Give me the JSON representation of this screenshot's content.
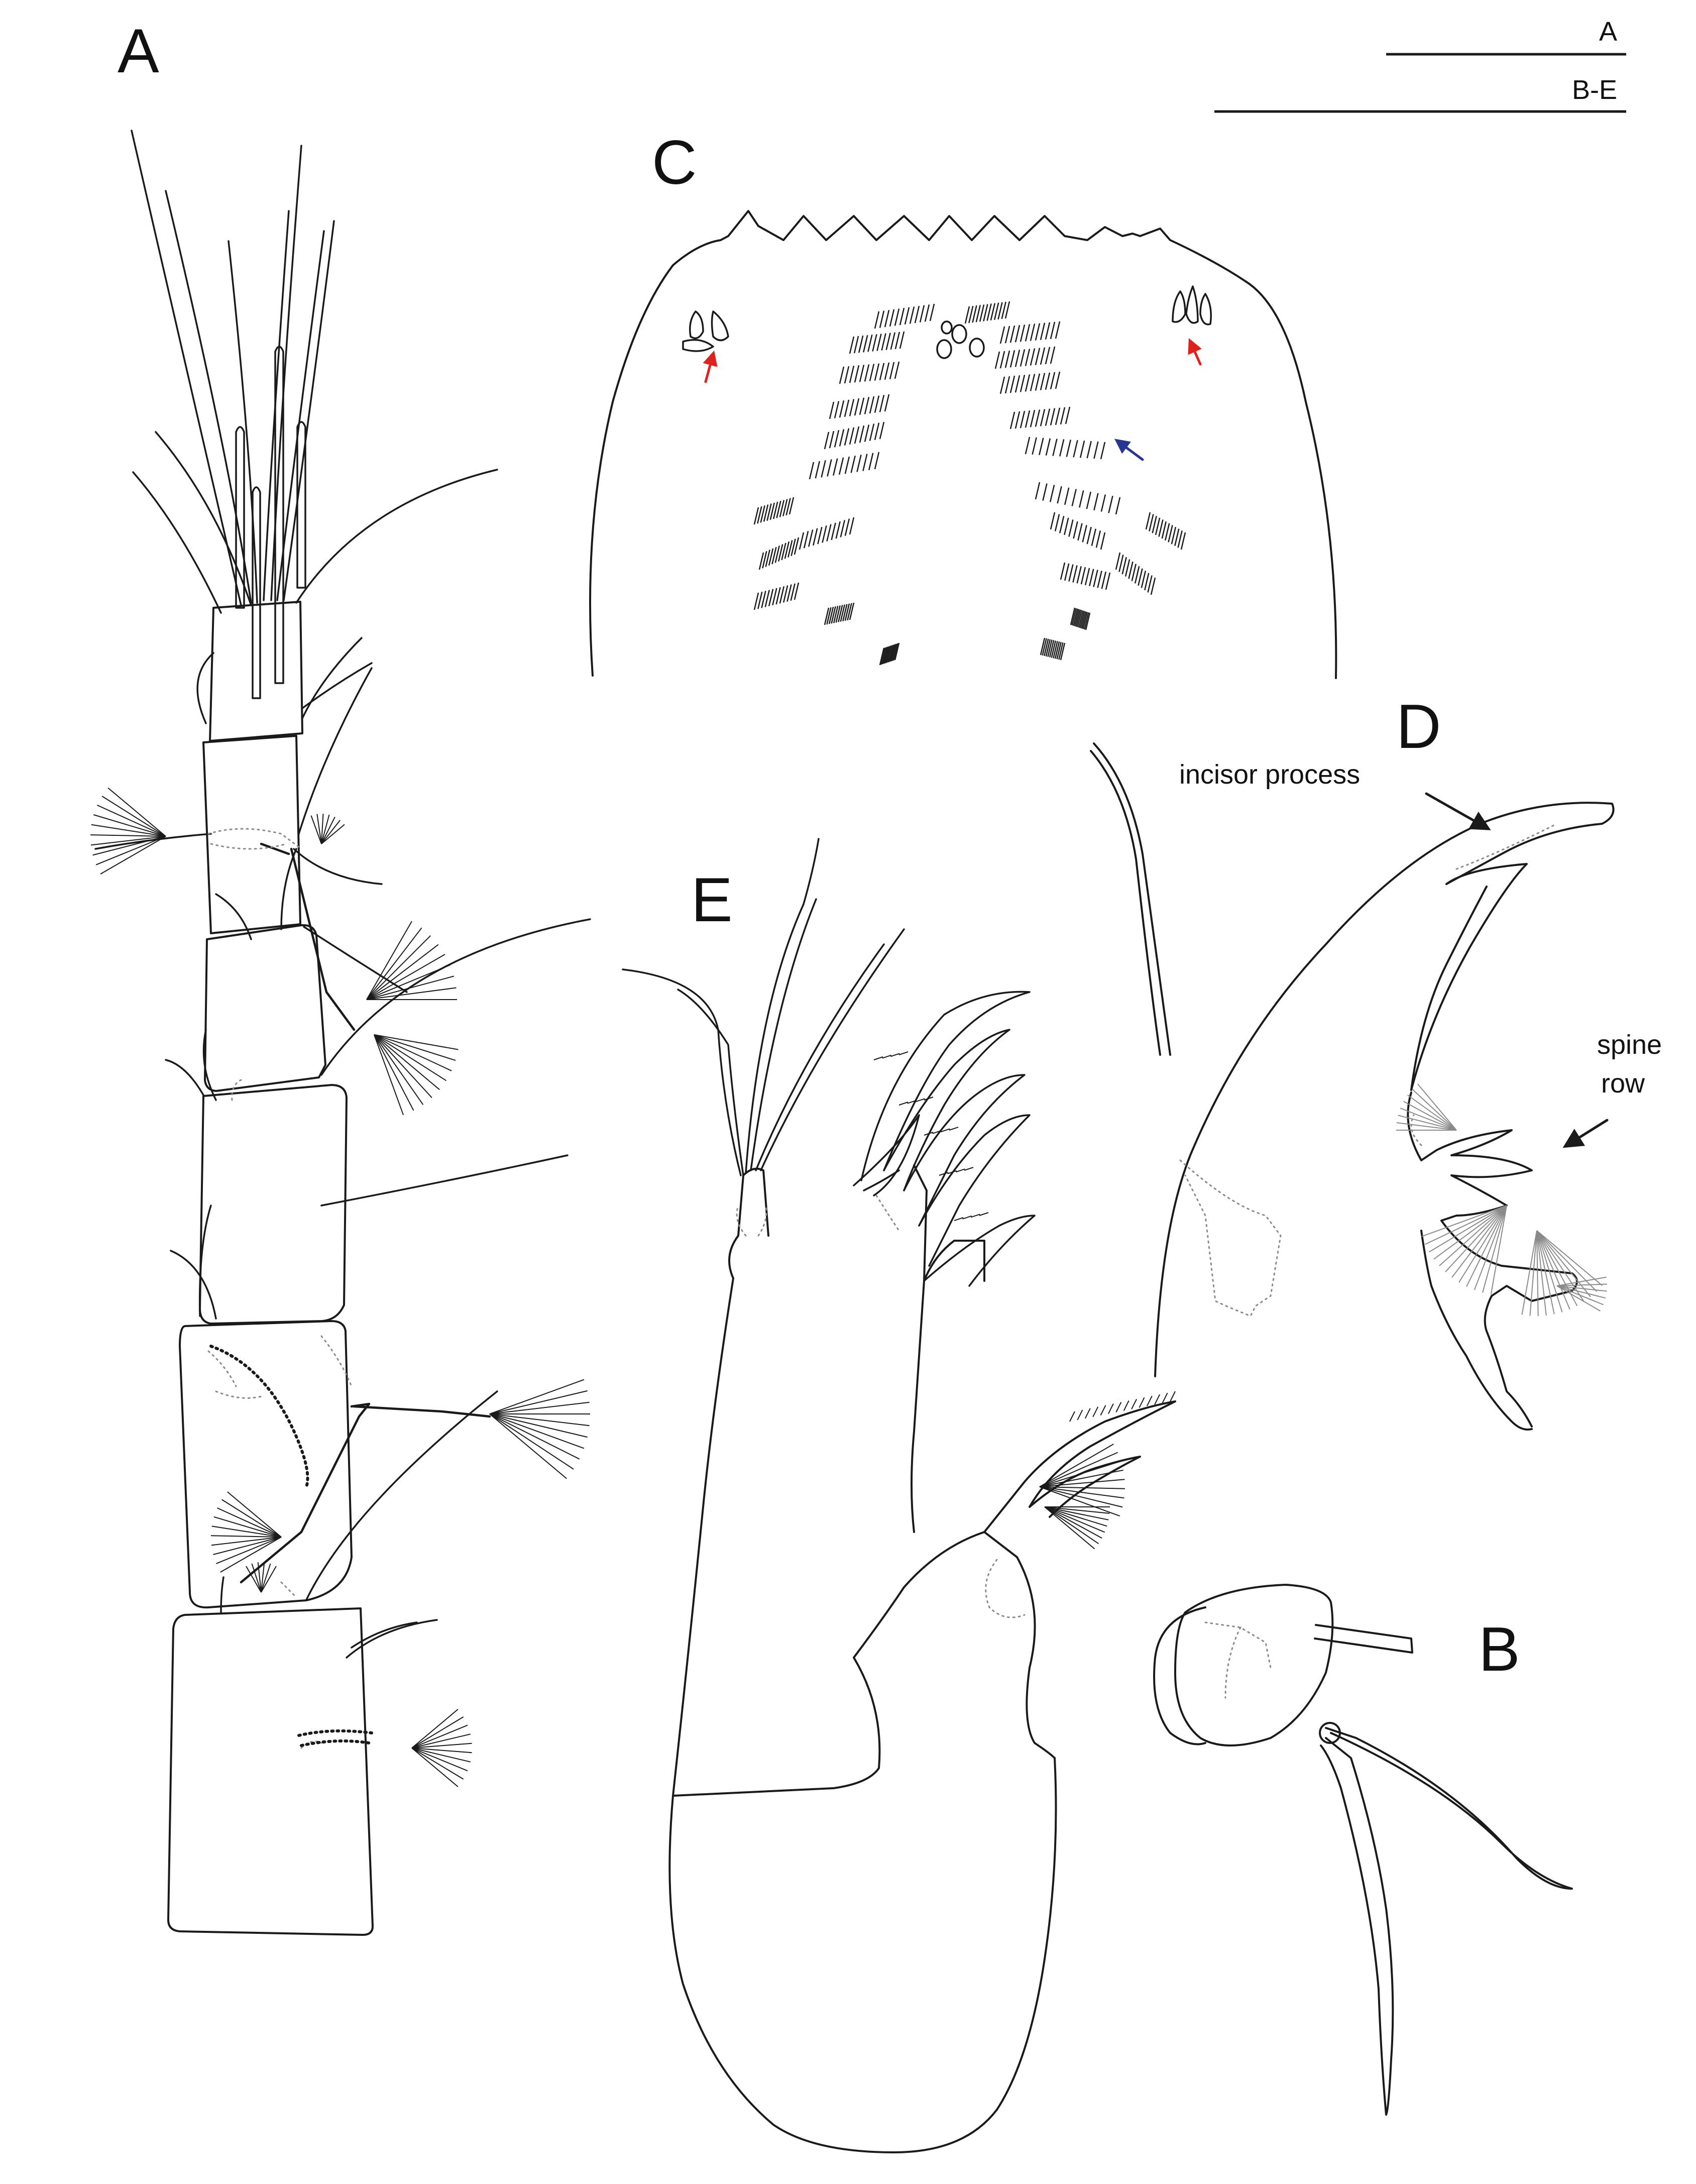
{
  "panels": {
    "a": "A",
    "b": "B",
    "c": "C",
    "d": "D",
    "e": "E"
  },
  "scale_bars": {
    "top": "A",
    "bottom": "B-E"
  },
  "annotations": {
    "incisor_process": "incisor process",
    "spine_row_line1": "spine",
    "spine_row_line2": "row"
  },
  "colors": {
    "line": "#1a1a1a",
    "dotted": "#8a8a8a",
    "red_arrow": "#e0211d",
    "blue_arrow": "#283593"
  }
}
